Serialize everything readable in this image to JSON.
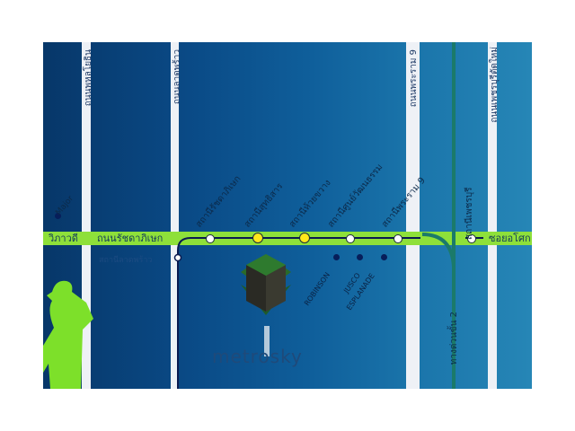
{
  "roads_vertical": [
    {
      "label": "ถนนพหลโยธิน"
    },
    {
      "label": "ถนนลาดพร้าว"
    },
    {
      "label": "ถนนพระราม 9"
    },
    {
      "label": "ถนนเพชรบุรีตัดใหม่"
    }
  ],
  "roads_horizontal": {
    "left": "วิภาวดี",
    "main": "ถนนรัชดาภิเษก",
    "right": "ซอยอโศก"
  },
  "expressway": "ทางด่วนขั้น 2",
  "stations": [
    {
      "label": "สถานีรัชดาภิเษก"
    },
    {
      "label": "สถานีสุทธิสาร"
    },
    {
      "label": "สถานีห้วยขวาง"
    },
    {
      "label": "สถานีศูนย์วัฒนธรรม"
    },
    {
      "label": "สถานีพระราม 9"
    },
    {
      "label": "สถานีเพชรบุรี"
    }
  ],
  "station_ladprao": "สถานีลาดพร้าว",
  "poi": {
    "major": "Major",
    "robinson": "ROBINSON",
    "jusco": "JUSCO",
    "esplanade": "ESPLANADE"
  },
  "logo": "metrosky",
  "colors": {
    "green_road": "#8ee03a",
    "station_highlight": "#ffe81a",
    "expressway": "#1b7a6a"
  }
}
